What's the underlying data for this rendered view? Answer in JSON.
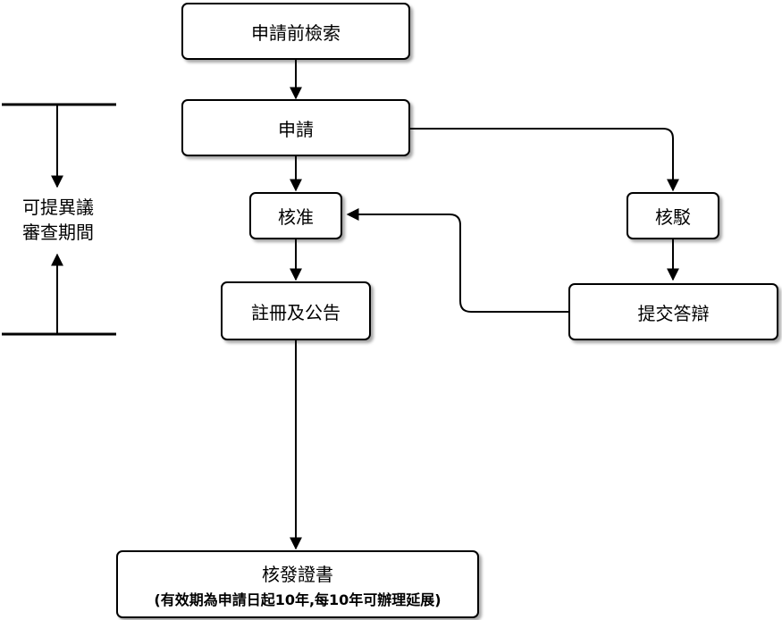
{
  "nodes": {
    "search": "申請前檢索",
    "apply": "申請",
    "approve": "核准",
    "reject": "核駁",
    "register": "註冊及公告",
    "respond": "提交答辯",
    "certificate": "核發證書",
    "certificate_note": "(有效期為申請日起10年,每10年可辦理延展)"
  },
  "side": {
    "line1": "可提異議",
    "line2": "審查期間"
  }
}
